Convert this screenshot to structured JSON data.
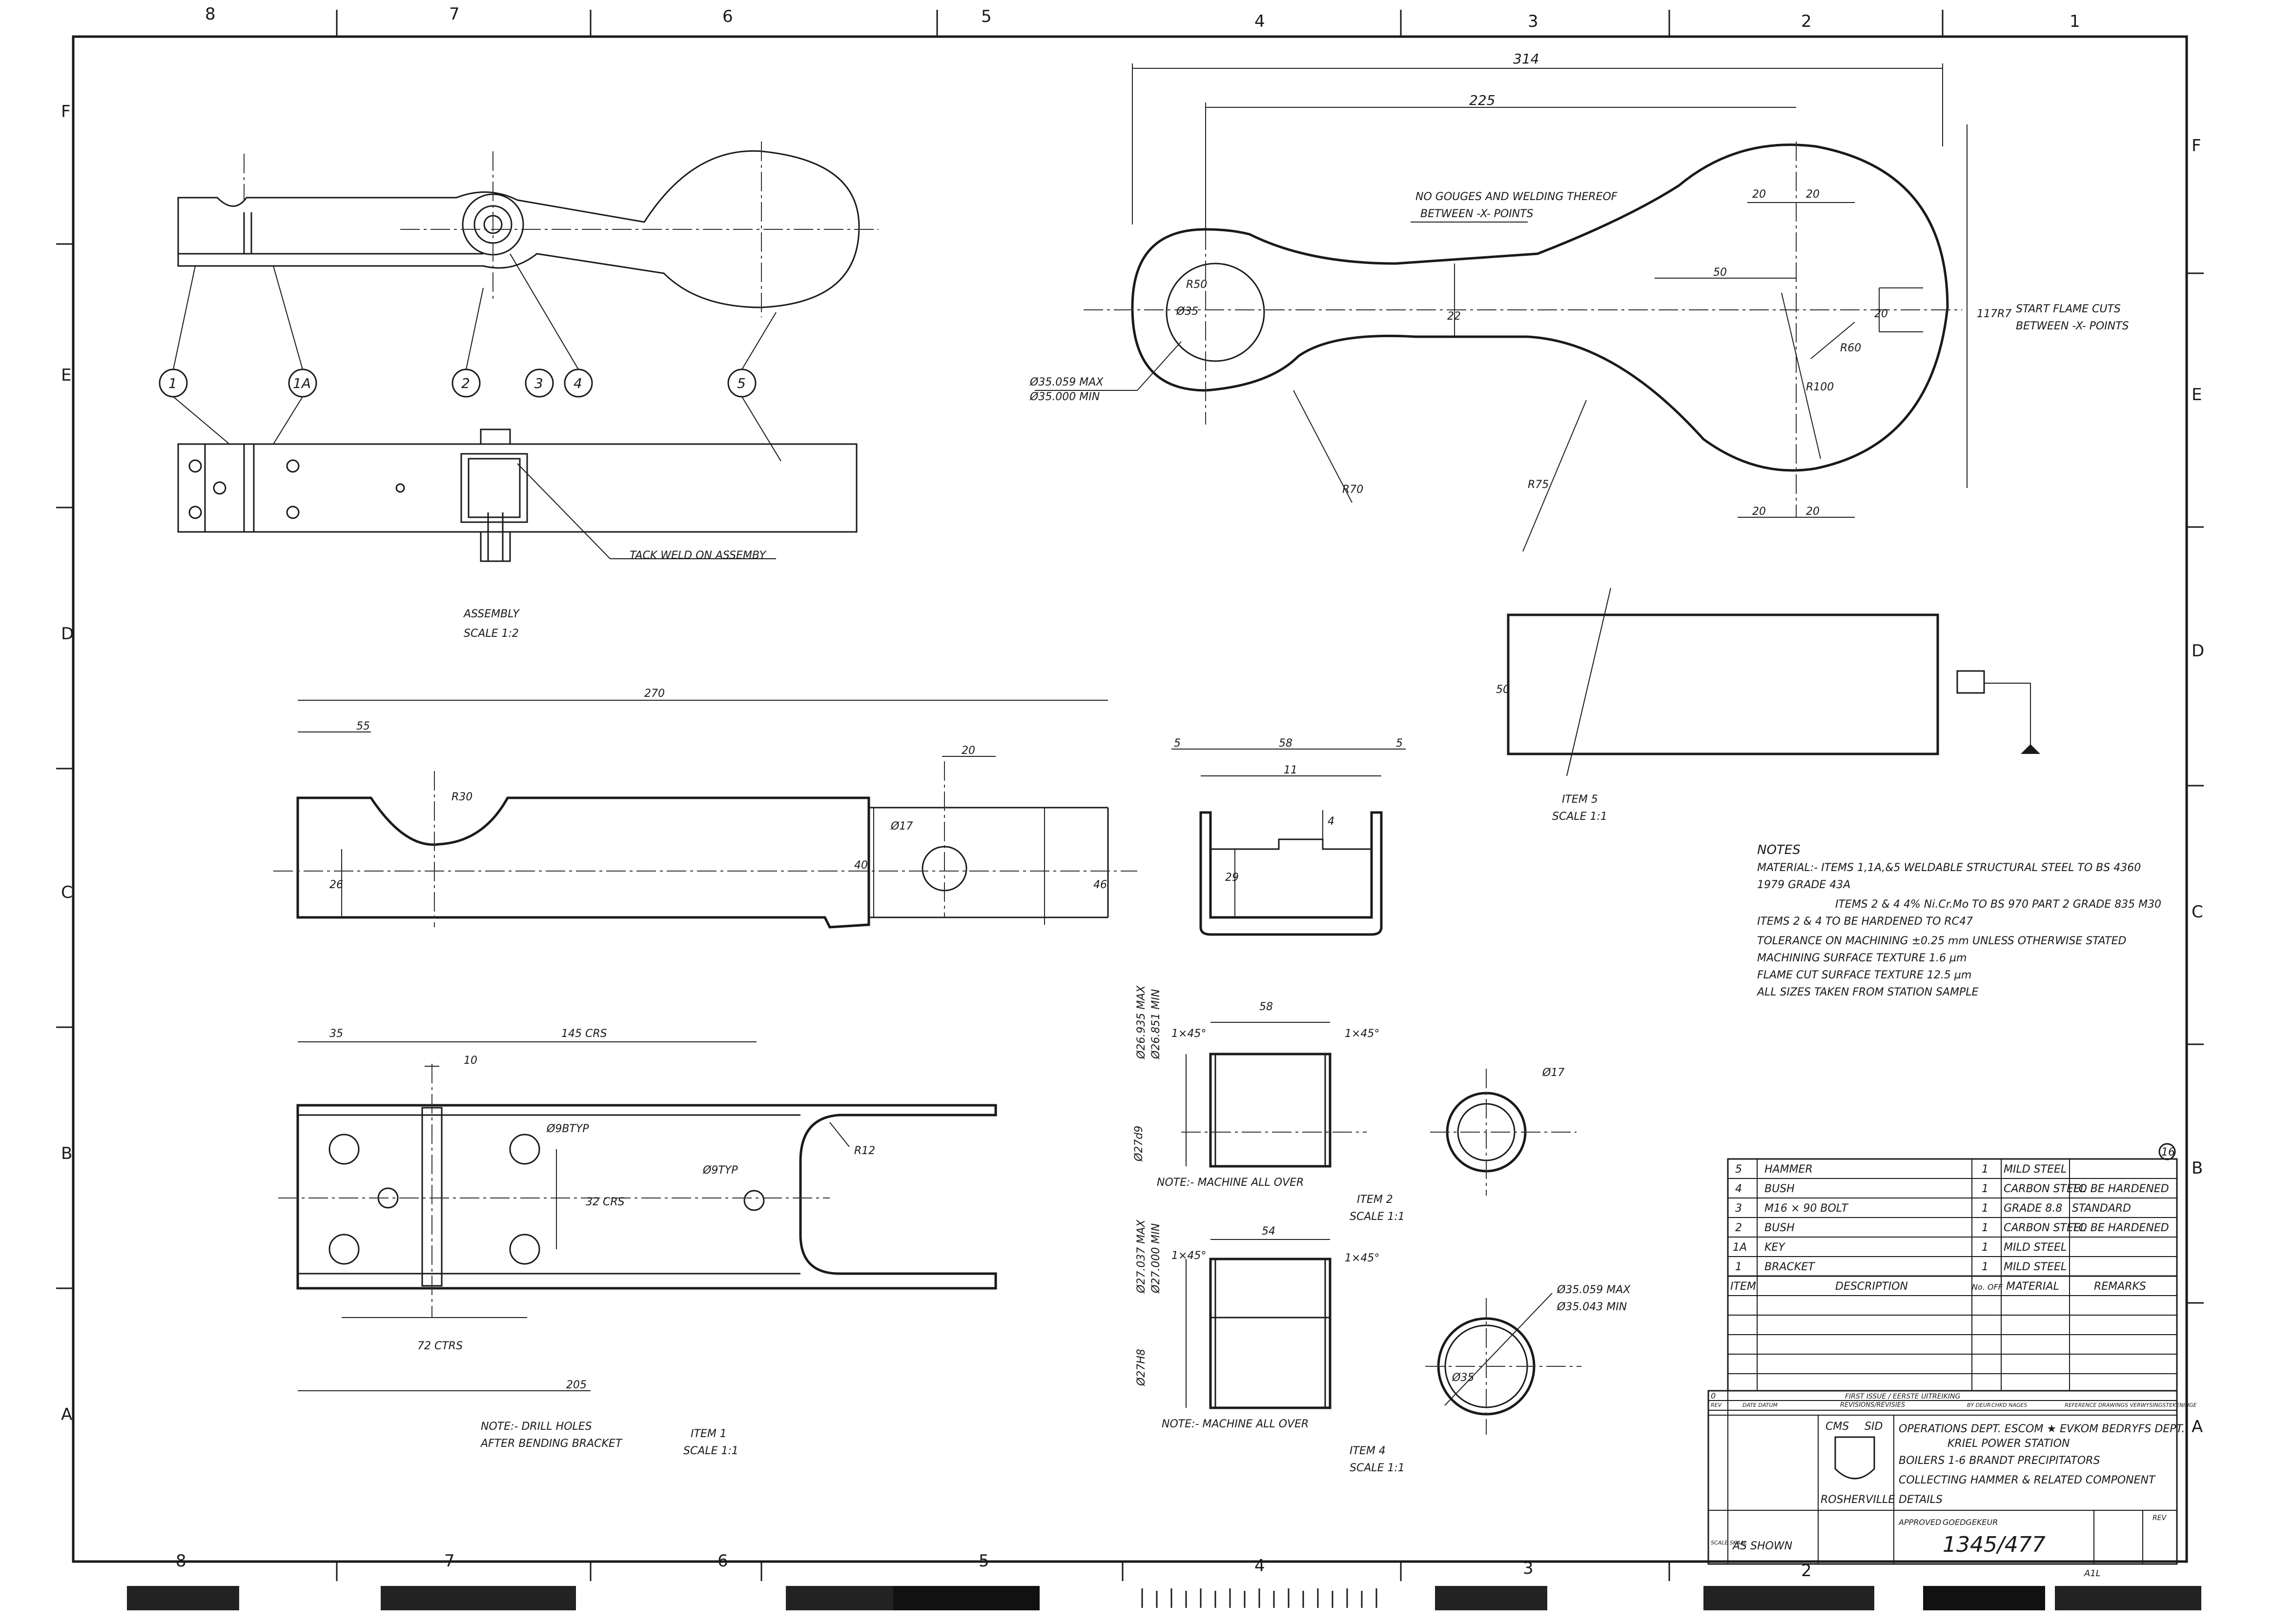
{
  "zones": {
    "columns": [
      "8",
      "7",
      "6",
      "5",
      "4",
      "3",
      "2",
      "1"
    ],
    "rows": [
      "F",
      "E",
      "D",
      "C",
      "B",
      "A"
    ]
  },
  "assembly": {
    "balloons": [
      "1",
      "1A",
      "2",
      "3",
      "4",
      "5"
    ],
    "tack_weld": "TACK WELD ON ASSEMBY",
    "title": "ASSEMBLY",
    "scale": "SCALE 1:2"
  },
  "item5": {
    "overall": "314",
    "d225": "225",
    "note_gouges": "NO GOUGES AND WELDING THEREOF",
    "note_between": "BETWEEN -X- POINTS",
    "bore_max": "Ø35.059 MAX",
    "bore_min": "Ø35.000 MIN",
    "d20a": "20",
    "d20b": "20",
    "d20c": "20",
    "d20d": "20",
    "d20e": "20",
    "d50": "50",
    "d22": "22",
    "r60": "R60",
    "r100": "R100",
    "r70": "R70",
    "r75": "R75",
    "d117": "117R7",
    "r50": "R50",
    "bore_dia": "Ø35",
    "flame_cut": "START FLAME CUTS",
    "flame_between": "BETWEEN -X- POINTS",
    "side_50": "50",
    "title": "ITEM 5",
    "scale": "SCALE 1:1"
  },
  "item1_top": {
    "d270": "270",
    "d55": "55",
    "d20": "20",
    "r30": "R30",
    "d26": "26",
    "d40": "40",
    "d46": "46",
    "dia17": "Ø17"
  },
  "item1_bottom": {
    "d35": "35",
    "d145": "145 CRS",
    "d10": "10",
    "d9btyp": "Ø9BTYP",
    "d9typ": "Ø9TYP",
    "d32": "32 CRS",
    "r12": "R12",
    "d72": "72 CTRS",
    "d205": "205",
    "note1": "NOTE:- DRILL HOLES",
    "note2": "AFTER BENDING BRACKET",
    "title": "ITEM 1",
    "scale": "SCALE 1:1"
  },
  "item1a": {
    "d5a": "5",
    "d58": "58",
    "d5b": "5",
    "d11": "11",
    "d4": "4",
    "d29": "29"
  },
  "item2": {
    "d58": "58",
    "ch1": "1×45°",
    "ch2": "1×45°",
    "max": "Ø26.935 MAX",
    "min": "Ø26.851 MIN",
    "d27": "Ø27d9",
    "dia17": "Ø17",
    "note": "NOTE:- MACHINE ALL OVER",
    "title": "ITEM 2",
    "scale": "SCALE 1:1"
  },
  "item4": {
    "d54": "54",
    "ch1": "1×45°",
    "ch2": "1×45°",
    "max": "Ø27.037 MAX",
    "min": "Ø27.000 MIN",
    "d27": "Ø27H8",
    "omax": "Ø35.059 MAX",
    "omin": "Ø35.043 MIN",
    "dia": "Ø35",
    "note": "NOTE:- MACHINE ALL OVER",
    "title": "ITEM 4",
    "scale": "SCALE 1:1"
  },
  "notes": {
    "title": "NOTES",
    "lines": [
      "MATERIAL:- ITEMS 1,1A,&5  WELDABLE STRUCTURAL STEEL TO BS 4360",
      "1979  GRADE 43A",
      "ITEMS 2 & 4  4% Ni.Cr.Mo TO BS 970 PART 2 GRADE 835 M30",
      "ITEMS 2 & 4  TO BE HARDENED TO RC47",
      "TOLERANCE ON MACHINING ±0.25 mm UNLESS OTHERWISE STATED",
      "MACHINING SURFACE TEXTURE 1.6 µm",
      "FLAME CUT SURFACE TEXTURE 12.5 µm",
      "ALL SIZES TAKEN FROM STATION SAMPLE"
    ]
  },
  "bom": {
    "rev_mark": "16",
    "rows": [
      {
        "item": "5",
        "desc": "HAMMER",
        "no": "1",
        "material": "MILD STEEL",
        "remarks": ""
      },
      {
        "item": "4",
        "desc": "BUSH",
        "no": "1",
        "material": "CARBON STEEL",
        "remarks": "TO BE HARDENED"
      },
      {
        "item": "3",
        "desc": "M16 × 90 BOLT",
        "no": "1",
        "material": "GRADE 8.8",
        "remarks": "STANDARD"
      },
      {
        "item": "2",
        "desc": "BUSH",
        "no": "1",
        "material": "CARBON STEEL",
        "remarks": "TO BE HARDENED"
      },
      {
        "item": "1A",
        "desc": "KEY",
        "no": "1",
        "material": "MILD STEEL",
        "remarks": ""
      },
      {
        "item": "1",
        "desc": "BRACKET",
        "no": "1",
        "material": "MILD STEEL",
        "remarks": ""
      }
    ],
    "headers": {
      "item": "ITEM",
      "desc": "DESCRIPTION",
      "no": "No. OFF",
      "material": "MATERIAL",
      "remarks": "REMARKS"
    }
  },
  "title_block": {
    "rev0": "0",
    "first_issue": "FIRST ISSUE / EERSTE UITREIKING",
    "rev_label": "REV",
    "date_label": "DATE DATUM",
    "revisions": "REVISIONS/REVISIES",
    "by": "BY DEUR",
    "chkd": "CHKD NAGES",
    "ref": "REFERENCE DRAWINGS VERWYSINGSTEKENINGE",
    "cms": "CMS",
    "sid": "SID",
    "dept": "OPERATIONS DEPT. ESCOM ★ EVKOM BEDRYFS DEPT.",
    "station": "KRIEL POWER STATION",
    "line1": "BOILERS 1-6 BRANDT PRECIPITATORS",
    "line2": "COLLECTING HAMMER & RELATED COMPONENT",
    "line3": "DETAILS",
    "rosherville": "ROSHERVILLE",
    "approved": "APPROVED",
    "goedgekeur": "GOEDGEKEUR",
    "scale_label": "SCALE SKAAL",
    "scale": "AS SHOWN",
    "drawing_no": "1345/477",
    "size": "A1L",
    "rev_box": "REV"
  }
}
